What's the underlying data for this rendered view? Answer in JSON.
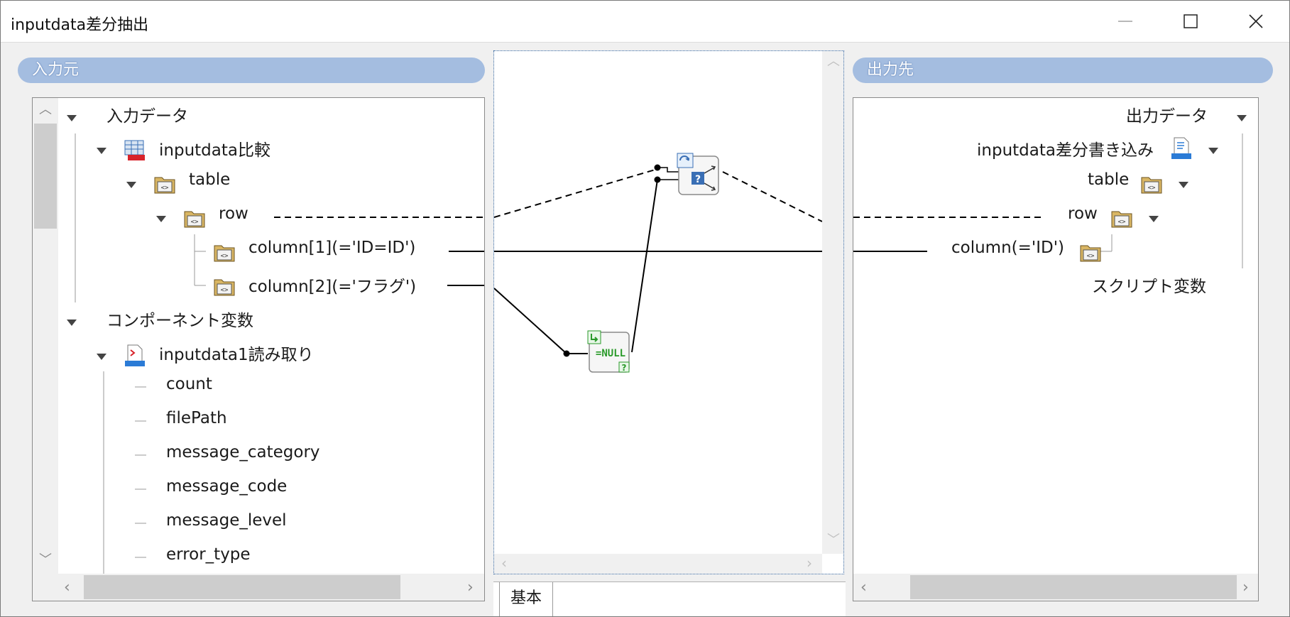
{
  "window": {
    "title": "inputdata差分抽出",
    "controls": [
      "minimize",
      "maximize",
      "close"
    ]
  },
  "input_pane": {
    "header": "入力元",
    "tree": [
      {
        "label": "入力データ",
        "level": 0,
        "icon": null
      },
      {
        "label": "inputdata比較",
        "level": 1,
        "icon": "join-table-icon"
      },
      {
        "label": "table",
        "level": 2,
        "icon": "folder-icon"
      },
      {
        "label": "row",
        "level": 3,
        "icon": "folder-icon"
      },
      {
        "label": "column[1](='ID=ID')",
        "level": 4,
        "icon": "folder-icon"
      },
      {
        "label": "column[2](='フラグ')",
        "level": 4,
        "icon": "folder-icon"
      },
      {
        "label": "コンポーネント変数",
        "level": 0,
        "icon": null
      },
      {
        "label": "inputdata1読み取り",
        "level": 1,
        "icon": "csv-file-icon"
      },
      {
        "label": "count",
        "level": 2,
        "icon": null
      },
      {
        "label": "filePath",
        "level": 2,
        "icon": null
      },
      {
        "label": "message_category",
        "level": 2,
        "icon": null
      },
      {
        "label": "message_code",
        "level": 2,
        "icon": null
      },
      {
        "label": "message_level",
        "level": 2,
        "icon": null
      },
      {
        "label": "error_type",
        "level": 2,
        "icon": null
      }
    ]
  },
  "output_pane": {
    "header": "出力先",
    "tree": [
      {
        "label": "出力データ",
        "level": 0,
        "icon": null
      },
      {
        "label": "inputdata差分書き込み",
        "level": 1,
        "icon": "csv-file-icon"
      },
      {
        "label": "table",
        "level": 2,
        "icon": "folder-icon"
      },
      {
        "label": "row",
        "level": 3,
        "icon": "folder-icon"
      },
      {
        "label": "column(='ID')",
        "level": 4,
        "icon": "folder-icon"
      },
      {
        "label": "スクリプト変数",
        "level": 0,
        "icon": null
      }
    ]
  },
  "mapping_canvas": {
    "nodes": [
      {
        "name": "condition-branch-node",
        "icon": "condition-branch-icon"
      },
      {
        "name": "null-check-node",
        "icon": "null-check-icon",
        "text": "=NULL",
        "badge": "?"
      }
    ]
  },
  "tabs": [
    {
      "label": "基本",
      "selected": true
    }
  ],
  "colors": {
    "pane_header": "#a4bde0",
    "canvas_border": "#2d5f9a",
    "line": "#000000"
  }
}
